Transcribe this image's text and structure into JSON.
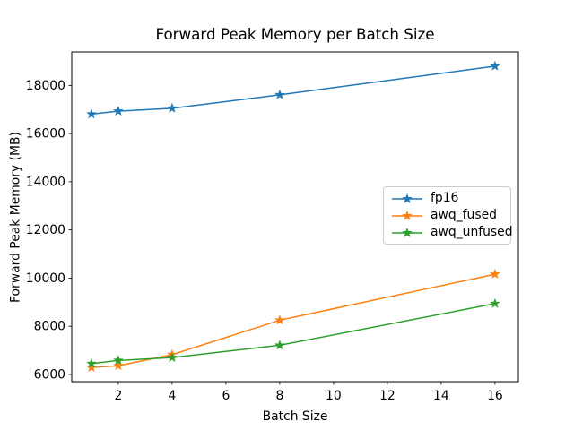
{
  "figure": {
    "background": "#ffffff"
  },
  "chart_data": {
    "type": "line",
    "title": "Forward Peak Memory per Batch Size",
    "xlabel": "Batch Size",
    "ylabel": "Forward Peak Memory (MB)",
    "x": [
      1,
      2,
      4,
      8,
      16
    ],
    "series": [
      {
        "name": "fp16",
        "color": "#1f77b4",
        "marker": "star",
        "values": [
          16810,
          16930,
          17050,
          17610,
          18800
        ]
      },
      {
        "name": "awq_fused",
        "color": "#ff7f0e",
        "marker": "star",
        "values": [
          6290,
          6360,
          6820,
          8250,
          10160
        ]
      },
      {
        "name": "awq_unfused",
        "color": "#2ca02c",
        "marker": "star",
        "values": [
          6450,
          6580,
          6700,
          7210,
          8940
        ]
      }
    ],
    "xticks": [
      2,
      4,
      6,
      8,
      10,
      12,
      14,
      16
    ],
    "yticks": [
      6000,
      8000,
      10000,
      12000,
      14000,
      16000,
      18000
    ],
    "xlim": [
      0.27,
      16.87
    ],
    "ylim": [
      5700,
      19390
    ],
    "grid": false,
    "legend_position": "center right"
  },
  "axes_style": {
    "spine_color": "#000000",
    "tick_color": "#000000",
    "tick_label_color": "#000000",
    "line_width": 1.5
  }
}
